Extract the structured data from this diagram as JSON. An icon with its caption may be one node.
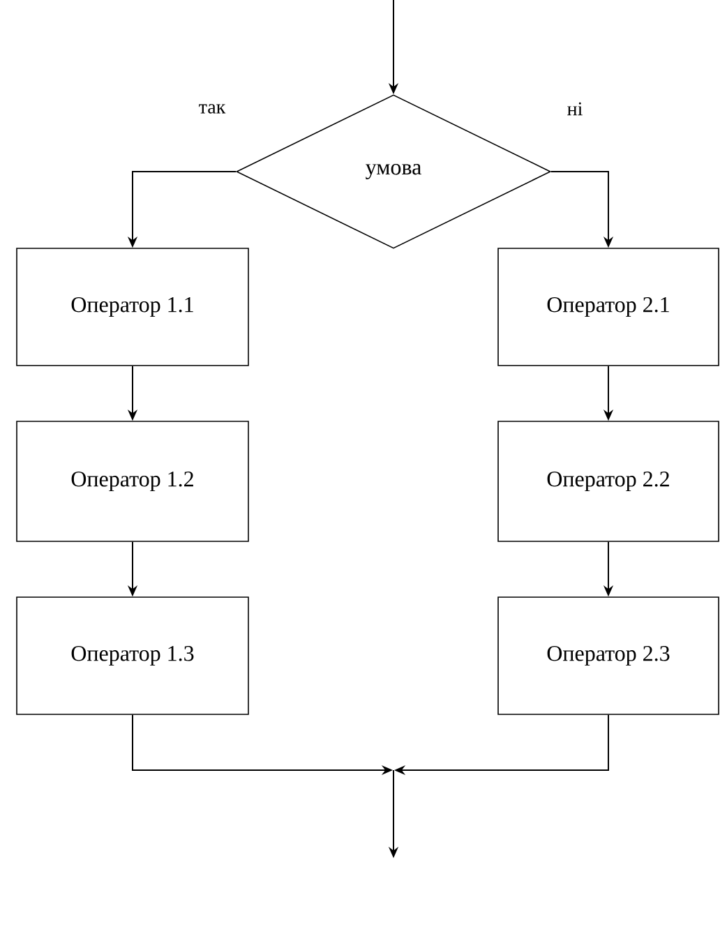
{
  "diagram": {
    "nodes": [
      {
        "text": [
          "умова"
        ]
      },
      {
        "text": [
          "Оператор 1.1"
        ]
      },
      {
        "text": [
          "Оператор 1.2"
        ]
      },
      {
        "text": [
          "Оператор 1.3"
        ]
      },
      {
        "text": [
          "Оператор 2.1"
        ]
      },
      {
        "text": [
          "Оператор 2.2"
        ]
      },
      {
        "text": [
          "Оператор 2.3"
        ]
      }
    ],
    "edges": [
      {
        "from": null,
        "to": 0,
        "arrow": "to"
      },
      {
        "from": 0,
        "to": 1,
        "arrow": "to",
        "label": "так"
      },
      {
        "from": 0,
        "to": 4,
        "arrow": "to",
        "label": "ні"
      },
      {
        "from": 1,
        "to": 2,
        "arrow": "to"
      },
      {
        "from": 2,
        "to": 3,
        "arrow": "to"
      },
      {
        "from": 4,
        "to": 5,
        "arrow": "to"
      },
      {
        "from": 5,
        "to": 6,
        "arrow": "to"
      },
      {
        "from": 3,
        "to": null,
        "arrow": "to"
      },
      {
        "from": 6,
        "to": null,
        "arrow": "to"
      }
    ]
  }
}
